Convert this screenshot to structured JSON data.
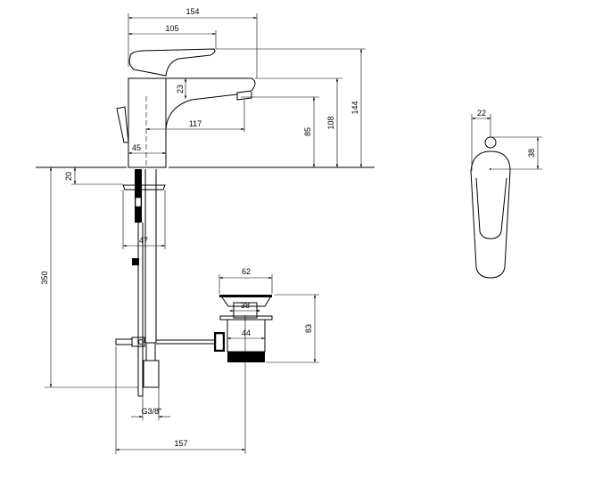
{
  "drawing": {
    "side_view": {
      "width_total": "154",
      "lever_length": "105",
      "spout_thickness": "23",
      "spout_reach": "117",
      "body_diameter": "45",
      "spout_outlet_height": "85",
      "spout_top_height": "108",
      "total_height": "144",
      "washer_offset": "20",
      "shank_width": "47",
      "hose_length": "350",
      "connection": "G3/8\"",
      "waste_offset": "157"
    },
    "waste": {
      "flange_diameter": "62",
      "inner_diameter": "38",
      "body_diameter": "44",
      "height": "83"
    },
    "front_view": {
      "lever_width": "22",
      "lever_offset": "38"
    }
  }
}
